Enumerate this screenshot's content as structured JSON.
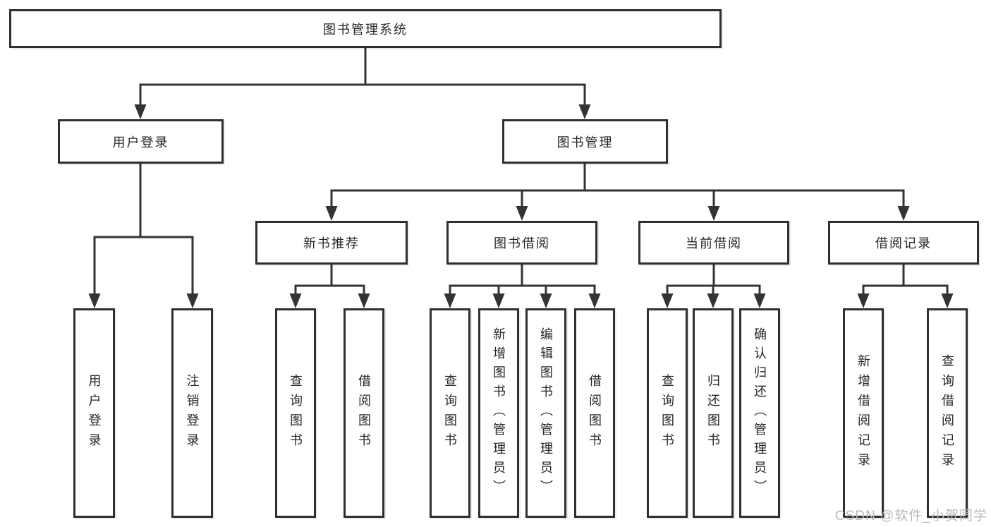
{
  "tree": {
    "root": {
      "label": "图书管理系统",
      "children": [
        {
          "label": "用户登录",
          "children": [
            {
              "label": "用户登录"
            },
            {
              "label": "注销登录"
            }
          ]
        },
        {
          "label": "图书管理",
          "children": [
            {
              "label": "新书推荐",
              "children": [
                {
                  "label": "查询图书"
                },
                {
                  "label": "借阅图书"
                }
              ]
            },
            {
              "label": "图书借阅",
              "children": [
                {
                  "label": "查询图书"
                },
                {
                  "label": "新增图书（管理员）"
                },
                {
                  "label": "编辑图书（管理员）"
                },
                {
                  "label": "借阅图书"
                }
              ]
            },
            {
              "label": "当前借阅",
              "children": [
                {
                  "label": "查询图书"
                },
                {
                  "label": "归还图书"
                },
                {
                  "label": "确认归还（管理员）"
                }
              ]
            },
            {
              "label": "借阅记录",
              "children": [
                {
                  "label": "新增借阅记录"
                },
                {
                  "label": "查询借阅记录"
                }
              ]
            }
          ]
        }
      ]
    }
  },
  "watermark": {
    "text": "CSDN @软件_小贺同学"
  },
  "colors": {
    "line": "#333333",
    "box_border": "#2f2f2f",
    "text": "#262626",
    "watermark": "#b9b9b9",
    "background": "#ffffff"
  }
}
